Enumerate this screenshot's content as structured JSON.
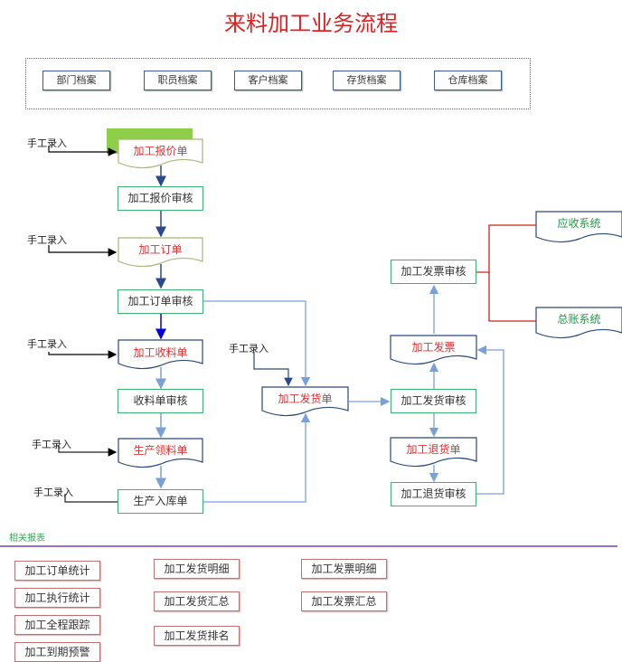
{
  "title": "来料加工业务流程",
  "archives": [
    "部门档案",
    "职员档案",
    "客户档案",
    "存货档案",
    "仓库档案"
  ],
  "manual_entry_label": "手工录入",
  "flow": {
    "quote_doc": "加工报价单",
    "quote_audit": "加工报价审核",
    "order_doc": "加工订单",
    "order_audit": "加工订单审核",
    "receive_doc": "加工收料单",
    "receive_audit": "收料单审核",
    "pick_doc": "生产领料单",
    "warehouse_in": "生产入库单",
    "ship_doc": "加工发货单",
    "ship_audit": "加工发货审核",
    "invoice_doc": "加工发票",
    "invoice_audit": "加工发票审核",
    "return_doc": "加工退货单",
    "return_audit": "加工退货审核",
    "ar_system": "应收系统",
    "gl_system": "总账系统"
  },
  "reports": {
    "title": "相关报表",
    "col1": [
      "加工订单统计",
      "加工执行统计",
      "加工全程跟踪",
      "加工到期预警"
    ],
    "col2": [
      "加工发货明细",
      "加工发货汇总",
      "加工发货排名"
    ],
    "col3": [
      "加工发票明细",
      "加工发票汇总"
    ]
  },
  "colors": {
    "title": "#e02020",
    "audit_border": "#3cb371",
    "doc_border": "#2a4a7a",
    "flow_arrow_dark": "#2a4a8a",
    "flow_arrow_light": "#7aa0d8",
    "system_link": "#cc2222",
    "report_border": "#c07070",
    "highlight": "#8fce4a"
  }
}
